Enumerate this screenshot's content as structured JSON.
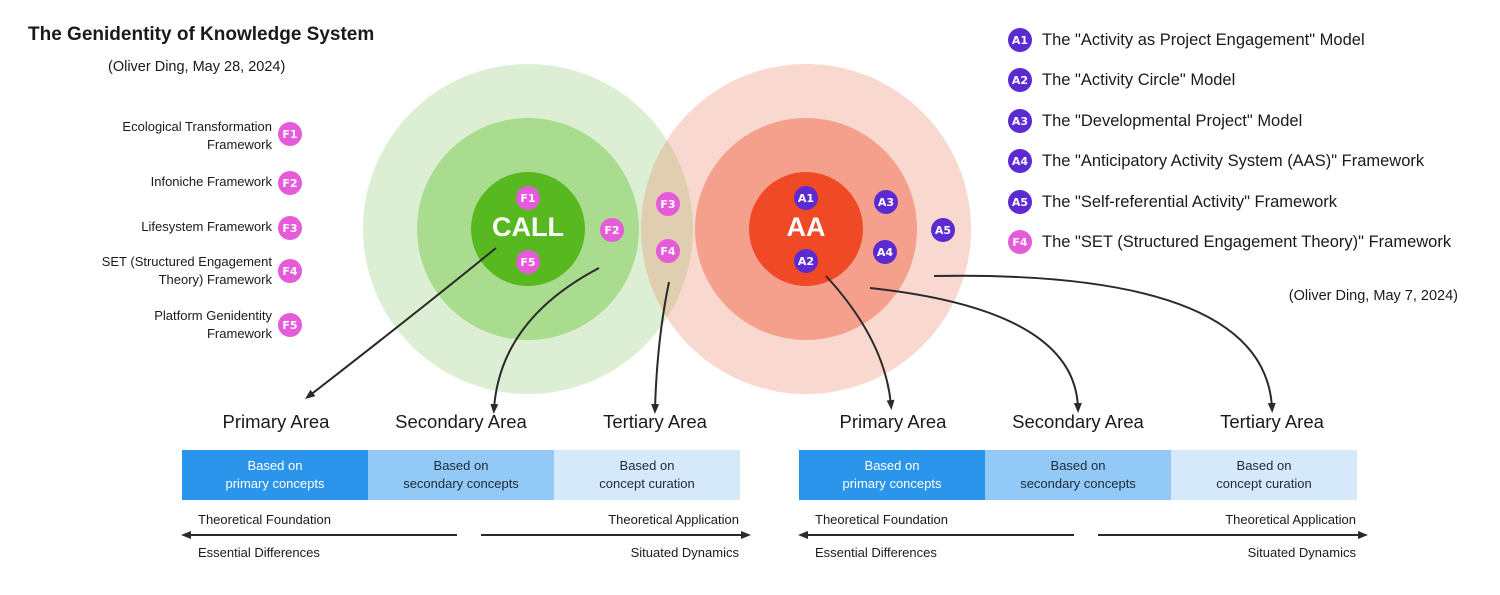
{
  "header": {
    "title": "The Genidentity of Knowledge System",
    "subtitle": "(Oliver Ding, May 28, 2024)"
  },
  "frameworks": [
    {
      "id": "F1",
      "label_line1": "Ecological Transformation",
      "label_line2": "Framework"
    },
    {
      "id": "F2",
      "label_line1": "Infoniche Framework",
      "label_line2": ""
    },
    {
      "id": "F3",
      "label_line1": "Lifesystem Framework",
      "label_line2": ""
    },
    {
      "id": "F4",
      "label_line1": "SET (Structured Engagement",
      "label_line2": "Theory) Framework"
    },
    {
      "id": "F5",
      "label_line1": "Platform Genidentity",
      "label_line2": "Framework"
    }
  ],
  "legend": [
    {
      "id": "A1",
      "kind": "activity",
      "label": "The \"Activity as Project Engagement\" Model"
    },
    {
      "id": "A2",
      "kind": "activity",
      "label": "The \"Activity Circle\" Model"
    },
    {
      "id": "A3",
      "kind": "activity",
      "label": "The \"Developmental Project\" Model"
    },
    {
      "id": "A4",
      "kind": "activity",
      "label": "The \"Anticipatory Activity System (AAS)\" Framework"
    },
    {
      "id": "A5",
      "kind": "activity",
      "label": "The \"Self-referential Activity\" Framework"
    },
    {
      "id": "F4",
      "kind": "framework",
      "label": "The \"SET (Structured Engagement Theory)\" Framework"
    }
  ],
  "legend_date": "(Oliver Ding, May 7, 2024)",
  "circles": {
    "left": {
      "center_label": "CALL",
      "colors": {
        "outer": "#dcefd4",
        "middle": "#a9dc8f",
        "inner": "#58b820"
      },
      "inner_badges": [
        "F1",
        "F5"
      ],
      "middle_badges": [
        "F2"
      ]
    },
    "overlap": {
      "color": "#dfcfb0",
      "badges": [
        "F3",
        "F4"
      ]
    },
    "right": {
      "center_label": "AA",
      "colors": {
        "outer": "#f9d8d0",
        "middle": "#f5a08c",
        "inner": "#ef4a25"
      },
      "inner_badges": [
        "A1",
        "A2"
      ],
      "middle_badges": [
        "A3",
        "A4"
      ],
      "outer_badges": [
        "A5"
      ]
    }
  },
  "colors": {
    "framework_badge": "#e55bd9",
    "activity_badge": "#5b2bd1",
    "primary": "#2b95eb",
    "secondary": "#93c9f6",
    "tertiary": "#d5e9fb"
  },
  "panels": [
    {
      "areas": [
        "Primary Area",
        "Secondary Area",
        "Tertiary Area"
      ],
      "segments": [
        {
          "line1": "Based on",
          "line2": "primary concepts"
        },
        {
          "line1": "Based on",
          "line2": "secondary concepts"
        },
        {
          "line1": "Based on",
          "line2": "concept curation"
        }
      ],
      "left_top": "Theoretical Foundation",
      "left_bottom": "Essential Differences",
      "right_top": "Theoretical Application",
      "right_bottom": "Situated Dynamics"
    },
    {
      "areas": [
        "Primary Area",
        "Secondary Area",
        "Tertiary Area"
      ],
      "segments": [
        {
          "line1": "Based on",
          "line2": "primary concepts"
        },
        {
          "line1": "Based on",
          "line2": "secondary concepts"
        },
        {
          "line1": "Based on",
          "line2": "concept curation"
        }
      ],
      "left_top": "Theoretical Foundation",
      "left_bottom": "Essential Differences",
      "right_top": "Theoretical Application",
      "right_bottom": "Situated Dynamics"
    }
  ]
}
